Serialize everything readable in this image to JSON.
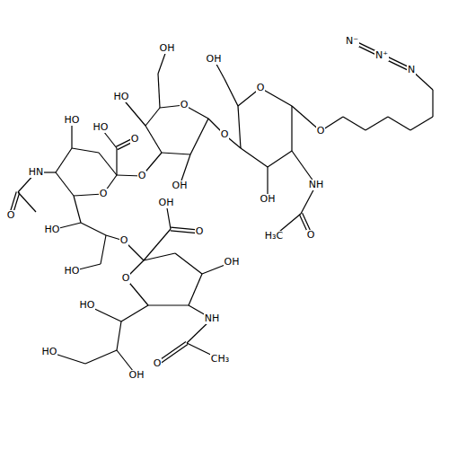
{
  "diagram": {
    "labels": [
      "N⁻",
      "N⁺",
      "N",
      "O",
      "O",
      "OH",
      "O",
      "OH",
      "NH",
      "O",
      "H₃C",
      "OH",
      "HO",
      "O",
      "OH",
      "O",
      "O",
      "HO",
      "HO",
      "O",
      "HN",
      "O",
      "HO",
      "O",
      "HO",
      "OH",
      "O",
      "O",
      "OH",
      "NH",
      "O",
      "CH₃",
      "HO",
      "OH",
      "HO"
    ]
  }
}
